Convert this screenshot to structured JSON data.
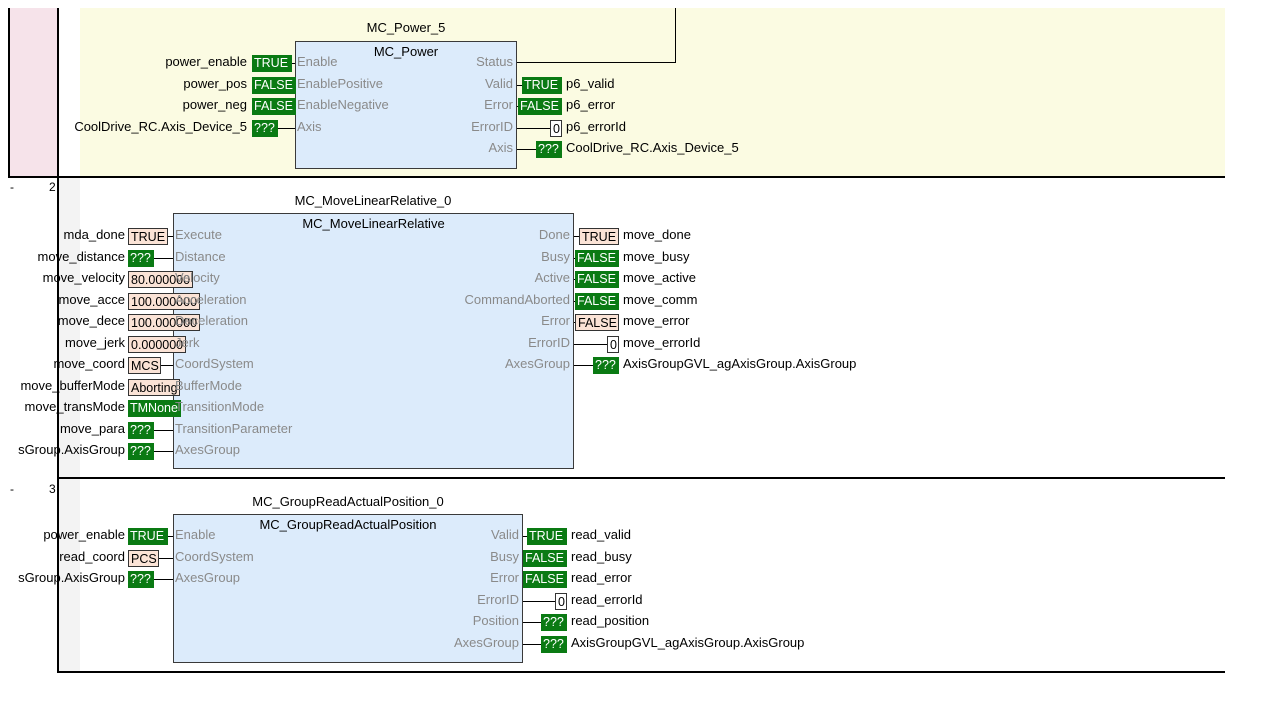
{
  "rung1": {
    "instance": "MC_Power_5",
    "type": "MC_Power",
    "inputs": [
      {
        "var": "power_enable",
        "pin": "Enable",
        "value": "TRUE",
        "style": "green"
      },
      {
        "var": "power_pos",
        "pin": "EnablePositive",
        "value": "FALSE",
        "style": "green"
      },
      {
        "var": "power_neg",
        "pin": "EnableNegative",
        "value": "FALSE",
        "style": "green"
      },
      {
        "var": "CoolDrive_RC.Axis_Device_5",
        "pin": "Axis",
        "value": "???",
        "style": "green"
      }
    ],
    "outputs": [
      {
        "pin": "Status",
        "value": "",
        "var": ""
      },
      {
        "pin": "Valid",
        "value": "TRUE",
        "var": "p6_valid",
        "style": "green"
      },
      {
        "pin": "Error",
        "value": "FALSE",
        "var": "p6_error",
        "style": "green"
      },
      {
        "pin": "ErrorID",
        "value": "0",
        "var": "p6_errorId",
        "style": "white"
      },
      {
        "pin": "Axis",
        "value": "???",
        "var": "CoolDrive_RC.Axis_Device_5",
        "style": "green"
      }
    ]
  },
  "rung2": {
    "number": "2",
    "minus": "-",
    "instance": "MC_MoveLinearRelative_0",
    "type": "MC_MoveLinearRelative",
    "inputs": [
      {
        "var": "mda_done",
        "pin": "Execute",
        "value": "TRUE",
        "style": "pink"
      },
      {
        "var": "move_distance",
        "pin": "Distance",
        "value": "???",
        "style": "green"
      },
      {
        "var": "move_velocity",
        "pin": "Velocity",
        "value": "80.000000",
        "style": "pink"
      },
      {
        "var": "move_acce",
        "pin": "Acceleration",
        "value": "100.000000",
        "style": "pink"
      },
      {
        "var": "move_dece",
        "pin": "Deceleration",
        "value": "100.000000",
        "style": "pink"
      },
      {
        "var": "move_jerk",
        "pin": "Jerk",
        "value": "0.000000",
        "style": "pink"
      },
      {
        "var": "move_coord",
        "pin": "CoordSystem",
        "value": "MCS",
        "style": "pink"
      },
      {
        "var": "move_bufferMode",
        "pin": "BufferMode",
        "value": "Aborting",
        "style": "pink"
      },
      {
        "var": "move_transMode",
        "pin": "TransitionMode",
        "value": "TMNone",
        "style": "green"
      },
      {
        "var": "move_para",
        "pin": "TransitionParameter",
        "value": "???",
        "style": "green"
      },
      {
        "var": "sGroup.AxisGroup",
        "pin": "AxesGroup",
        "value": "???",
        "style": "green"
      }
    ],
    "outputs": [
      {
        "pin": "Done",
        "value": "TRUE",
        "var": "move_done",
        "style": "pink"
      },
      {
        "pin": "Busy",
        "value": "FALSE",
        "var": "move_busy",
        "style": "green"
      },
      {
        "pin": "Active",
        "value": "FALSE",
        "var": "move_active",
        "style": "green"
      },
      {
        "pin": "CommandAborted",
        "value": "FALSE",
        "var": "move_comm",
        "style": "green"
      },
      {
        "pin": "Error",
        "value": "FALSE",
        "var": "move_error",
        "style": "pink"
      },
      {
        "pin": "ErrorID",
        "value": "0",
        "var": "move_errorId",
        "style": "white"
      },
      {
        "pin": "AxesGroup",
        "value": "???",
        "var": "AxisGroupGVL_agAxisGroup.AxisGroup",
        "style": "green"
      }
    ]
  },
  "rung3": {
    "number": "3",
    "minus": "-",
    "instance": "MC_GroupReadActualPosition_0",
    "type": "MC_GroupReadActualPosition",
    "inputs": [
      {
        "var": "power_enable",
        "pin": "Enable",
        "value": "TRUE",
        "style": "green"
      },
      {
        "var": "read_coord",
        "pin": "CoordSystem",
        "value": "PCS",
        "style": "pink"
      },
      {
        "var": "sGroup.AxisGroup",
        "pin": "AxesGroup",
        "value": "???",
        "style": "green"
      }
    ],
    "outputs": [
      {
        "pin": "Valid",
        "value": "TRUE",
        "var": "read_valid",
        "style": "green"
      },
      {
        "pin": "Busy",
        "value": "FALSE",
        "var": "read_busy",
        "style": "green"
      },
      {
        "pin": "Error",
        "value": "FALSE",
        "var": "read_error",
        "style": "green"
      },
      {
        "pin": "ErrorID",
        "value": "0",
        "var": "read_errorId",
        "style": "white"
      },
      {
        "pin": "Position",
        "value": "???",
        "var": "read_position",
        "style": "green"
      },
      {
        "pin": "AxesGroup",
        "value": "???",
        "var": "AxisGroupGVL_agAxisGroup.AxisGroup",
        "style": "green"
      }
    ]
  }
}
